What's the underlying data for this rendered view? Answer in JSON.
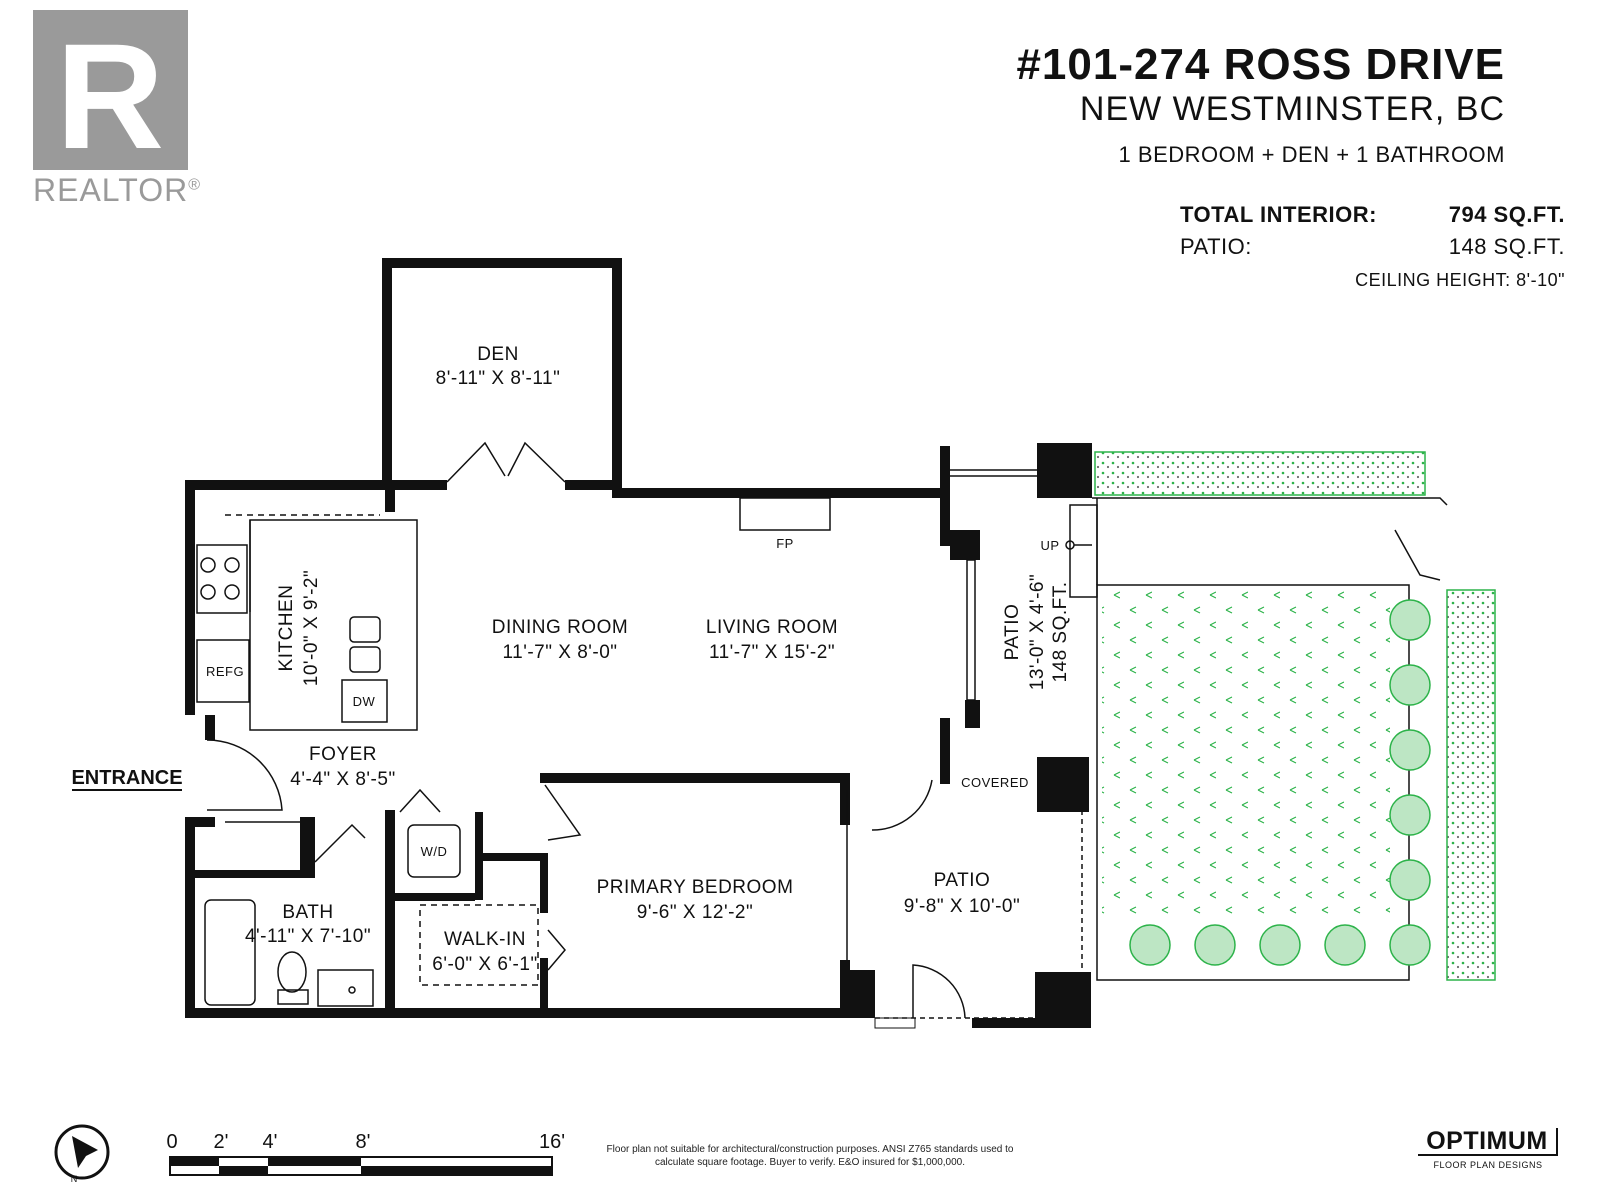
{
  "header": {
    "title": "#101-274 ROSS DRIVE",
    "city": "NEW WESTMINSTER, BC",
    "summary": "1 BEDROOM + DEN + 1 BATHROOM"
  },
  "areas": {
    "interior_label": "TOTAL INTERIOR:",
    "interior_value": "794 SQ.FT.",
    "patio_label": "PATIO:",
    "patio_value": "148 SQ.FT.",
    "ceiling": "CEILING HEIGHT: 8'-10\""
  },
  "logo": {
    "letter": "R",
    "word": "REALTOR",
    "mark": "®"
  },
  "rooms": {
    "den": {
      "name": "DEN",
      "size": "8'-11\" X 8'-11\""
    },
    "dining": {
      "name": "DINING ROOM",
      "size": "11'-7\" X 8'-0\""
    },
    "living": {
      "name": "LIVING ROOM",
      "size": "11'-7\" X 15'-2\""
    },
    "kitchen": {
      "name": "KITCHEN",
      "size": "10'-0\" X 9'-2\""
    },
    "foyer": {
      "name": "FOYER",
      "size": "4'-4\" X 8'-5\""
    },
    "bath": {
      "name": "BATH",
      "size": "4'-11\" X 7'-10\""
    },
    "walkin": {
      "name": "WALK-IN",
      "size": "6'-0\" X 6'-1\""
    },
    "primary": {
      "name": "PRIMARY BEDROOM",
      "size": "9'-6\" X 12'-2\""
    },
    "patio_main": {
      "name": "PATIO",
      "size": "9'-8\" X 10'-0\""
    },
    "patio_side": {
      "name": "PATIO",
      "size": "13'-0\" X 4'-6\"",
      "area": "148 SQ.FT."
    }
  },
  "fixtures": {
    "fp": "FP",
    "refg": "REFG",
    "dw": "DW",
    "wd": "W/D",
    "up": "UP",
    "covered": "COVERED"
  },
  "entrance": "ENTRANCE",
  "scale": {
    "labels": [
      "0",
      "2'",
      "4'",
      "8'",
      "16'"
    ]
  },
  "compass": {
    "letter": "N"
  },
  "disclaimer": "Floor plan not suitable for architectural/construction purposes. ANSI Z765 standards used to calculate square footage. Buyer to verify. E&O insured for $1,000,000.",
  "brand": {
    "name": "OPTIMUM",
    "tagline": "FLOOR PLAN DESIGNS"
  },
  "colors": {
    "wall": "#111111",
    "plant": "#2db34a",
    "logo_gray": "#9a9a9a"
  }
}
